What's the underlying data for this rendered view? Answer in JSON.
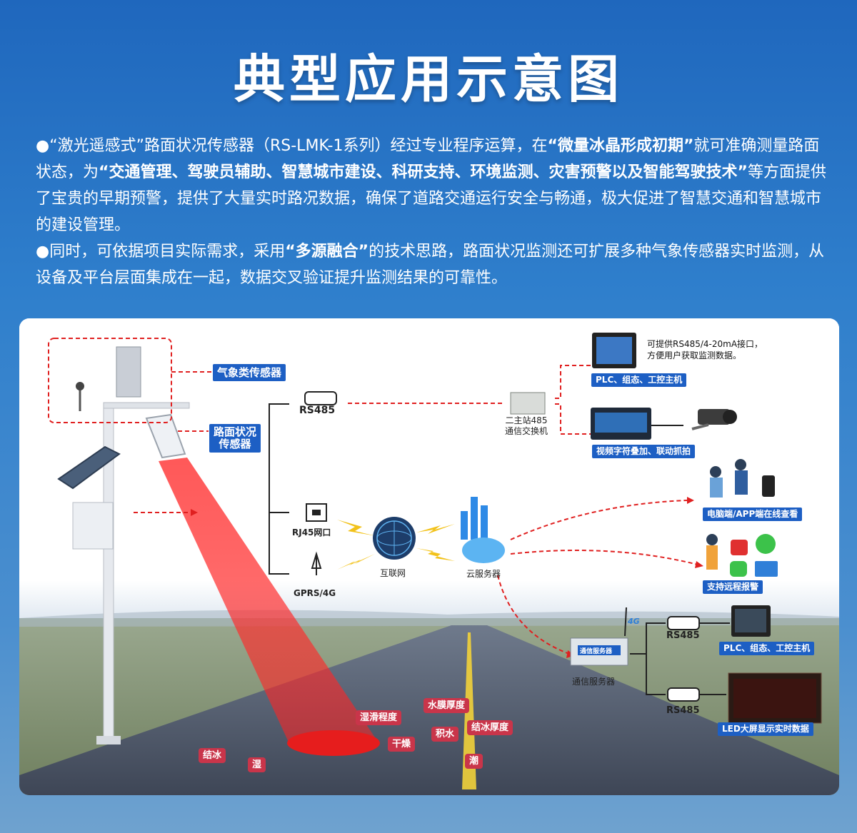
{
  "title": "典型应用示意图",
  "intro": {
    "p1_a": "●“激光遥感式”路面状况传感器（RS-LMK-1系列）经过专业程序运算，在",
    "p1_b": "“微量冰晶形成初期”",
    "p1_c": "就可准确测量路面状态，为",
    "p1_d": "“交通管理、驾驶员辅助、智慧城市建设、科研支持、环境监测、灾害预警以及智能驾驶技术”",
    "p1_e": "等方面提供了宝贵的早期预警，提供了大量实时路况数据，确保了道路交通运行安全与畅通，极大促进了智慧交通和智慧城市的建设管理。",
    "p2_a": "●同时，可依据项目实际需求，采用",
    "p2_b": "“多源融合”",
    "p2_c": "的技术思路，路面状况监测还可扩展多种气象传感器实时监测，从设备及平台层面集成在一起，数据交叉验证提升监测结果的可靠性。"
  },
  "diagram": {
    "weather_sensor_tag": "气象类传感器",
    "road_sensor_tag_l1": "路面状况",
    "road_sensor_tag_l2": "传感器",
    "rs485_top": "RS485",
    "rj45": "RJ45网口",
    "gprs": "GPRS/4G",
    "internet": "互联网",
    "cloud": "云服务器",
    "switch_l1": "二主站485",
    "switch_l2": "通信交换机",
    "plc_note_l1": "可提供RS485/4-20mA接口，",
    "plc_note_l2": "方便用户获取监测数据。",
    "plc_tag_top": "PLC、组态、工控主机",
    "video_tag": "视频字符叠加、联动抓拍",
    "app_tag": "电脑端/APP端在线查看",
    "alarm_tag": "支持远程报警",
    "comm_server": "通信服务器",
    "rs485_right_1": "RS485",
    "rs485_right_2": "RS485",
    "plc_tag_bottom": "PLC、组态、工控主机",
    "led_tag": "LED大屏显示实时数据",
    "device_badge_4g": "4G",
    "device_panel_text": "通信服务器",
    "road_states": [
      "水膜厚度",
      "湿滑程度",
      "积水",
      "结冰厚度",
      "干燥",
      "潮",
      "结冰",
      "湿"
    ]
  },
  "colors": {
    "accent_blue": "#1d5fc4",
    "red_tag": "#c9354a",
    "dashed_red": "#e02020"
  }
}
